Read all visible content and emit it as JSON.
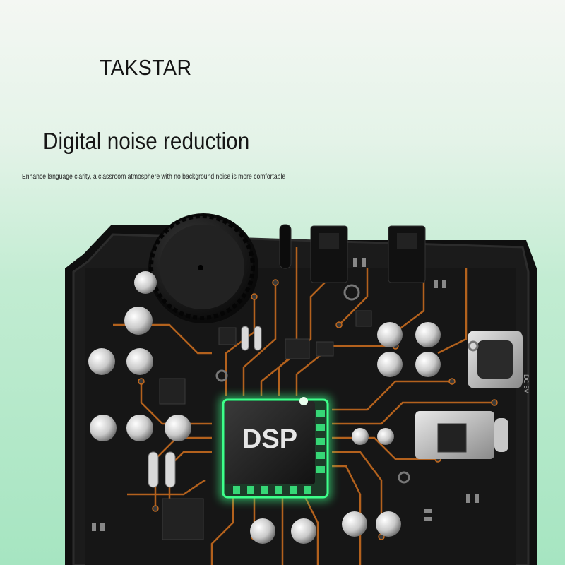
{
  "brand": "TAKSTAR",
  "headline": "Digital noise reduction",
  "subheadline": "Enhance language clarity, a classroom atmosphere with no background noise is more comfortable",
  "chip_label": "DSP",
  "port_label": "DC 5V",
  "colors": {
    "accent_glow": "#3dff8a",
    "trace": "#c46a1e",
    "board": "#141414"
  }
}
